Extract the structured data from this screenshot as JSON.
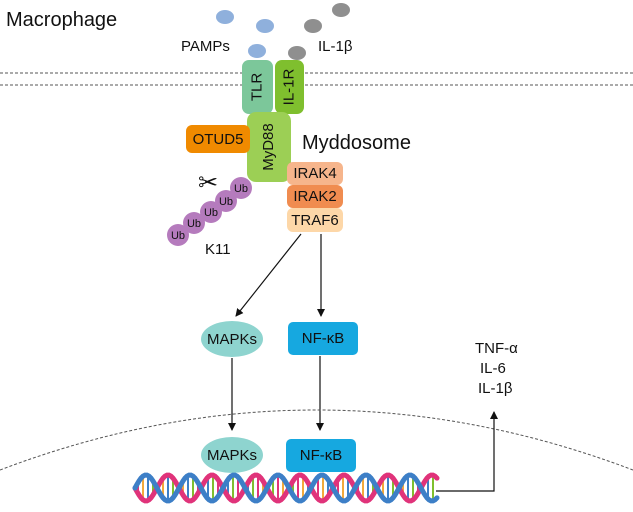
{
  "cell_label": "Macrophage",
  "ligands": {
    "pamps": "PAMPs",
    "il1b": "IL-1β"
  },
  "receptors": {
    "tlr": "TLR",
    "il1r": "IL-1R"
  },
  "adaptor": "MyD88",
  "deubiquitinase": "OTUD5",
  "complex_label": "Myddosome",
  "kinases": [
    "IRAK4",
    "IRAK2",
    "TRAF6"
  ],
  "ubiquitin": {
    "unit": "Ub",
    "count": 5,
    "linkage": "K11"
  },
  "pathways": {
    "mapks_cyto": "MAPKs",
    "nfkb_cyto": "NF-κB",
    "mapks_nuc": "MAPKs",
    "nfkb_nuc": "NF-κB"
  },
  "cytokines": [
    "TNF-α",
    "IL-6",
    "IL-1β"
  ],
  "colors": {
    "pamp_dot": "#8fb0dc",
    "il1_dot": "#8f8f8f",
    "tlr": "#7cc79a",
    "il1r": "#7fbf2e",
    "myd88": "#9ccf55",
    "otud5": "#f08a00",
    "irak4": "#f6b58c",
    "irak2": "#f08c50",
    "traf6": "#fdd7a8",
    "ub": "#b57bbd",
    "mapks": "#8ed4cf",
    "nfkb": "#16a8e0",
    "dna_a": "#e0337a",
    "dna_b": "#3d7fc7"
  }
}
